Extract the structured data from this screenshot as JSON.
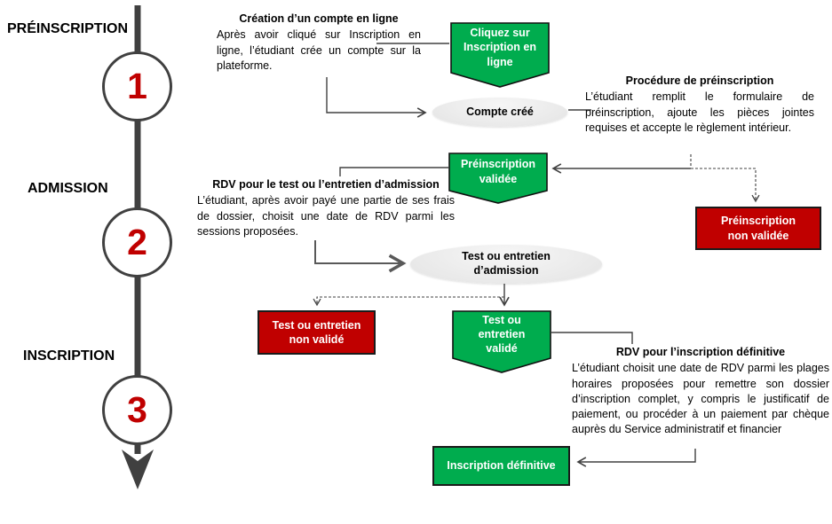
{
  "colors": {
    "green": "#00AC4E",
    "red": "#C00000",
    "line": "#404040",
    "ellipse_fill": "#EDEDED",
    "number_red": "#C00000"
  },
  "phases": [
    {
      "label": "PRÉINSCRIPTION",
      "number": "1"
    },
    {
      "label": "ADMISSION",
      "number": "2"
    },
    {
      "label": "INSCRIPTION",
      "number": "3"
    }
  ],
  "steps": {
    "creation": {
      "title": "Création d’un compte en ligne",
      "body": "Après avoir cliqué sur Inscription en ligne, l’étudiant crée un compte sur la plateforme."
    },
    "preinscription": {
      "title": "Procédure de préinscription",
      "body": "L’étudiant remplit le formulaire de préinscription, ajoute les pièces jointes requises et accepte le règlement intérieur."
    },
    "rdv_admission": {
      "title": "RDV pour le test ou l’entretien d’admission",
      "body": "L’étudiant, après avoir payé une partie de ses frais de dossier, choisit une date de RDV parmi les sessions proposées."
    },
    "rdv_inscription": {
      "title": "RDV pour l’inscription définitive",
      "body": "L’étudiant choisit une date de RDV parmi les plages horaires proposées pour remettre son dossier d’inscription complet, y compris le justificatif de paiement, ou procéder à un paiement par chèque auprès du Service administratif et financier"
    }
  },
  "nodes": {
    "cliquez": "Cliquez sur Inscription en ligne",
    "compte_cree": "Compte créé",
    "preinscription_validee": "Préinscription validée",
    "preinscription_non_validee": "Préinscription non validée",
    "test_entretien": "Test ou entretien d’admission",
    "test_non_valide": "Test ou entretien non validé",
    "test_valide": "Test ou entretien validé",
    "inscription_definitive": "Inscription définitive"
  }
}
